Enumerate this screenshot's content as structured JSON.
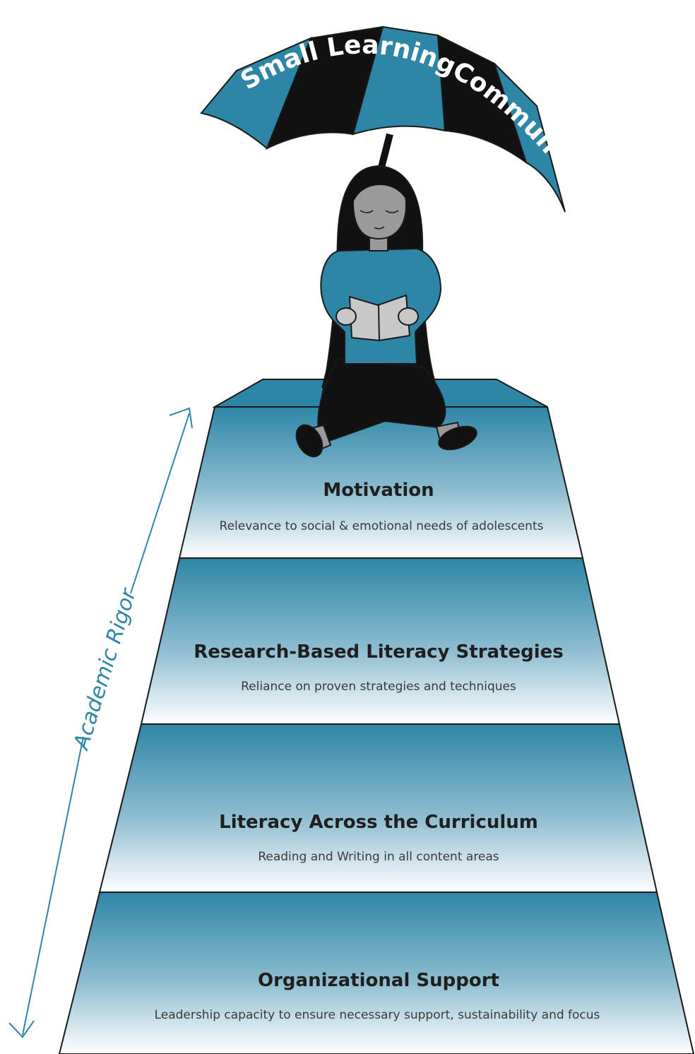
{
  "umbrella": {
    "label": "Small LearningCommunities"
  },
  "axis": {
    "label": "Academic Rigor"
  },
  "tiers": [
    {
      "title": "Motivation",
      "subtitle": "Relevance to social & emotional needs of adolescents"
    },
    {
      "title": "Research-Based Literacy Strategies",
      "subtitle": "Reliance on proven strategies and techniques"
    },
    {
      "title": "Literacy Across the Curriculum",
      "subtitle": "Reading and Writing in all content areas"
    },
    {
      "title": "Organizational Support",
      "subtitle": "Leadership capacity to ensure necessary support, sustainability and focus"
    }
  ],
  "colors": {
    "teal": "#2e86a6",
    "teal_dark": "#1d6f8f",
    "black": "#111111",
    "outline": "#1a1a1a",
    "skin": "#9a9a9a",
    "book": "#c8c8c8",
    "axis": "#2e86a6"
  }
}
